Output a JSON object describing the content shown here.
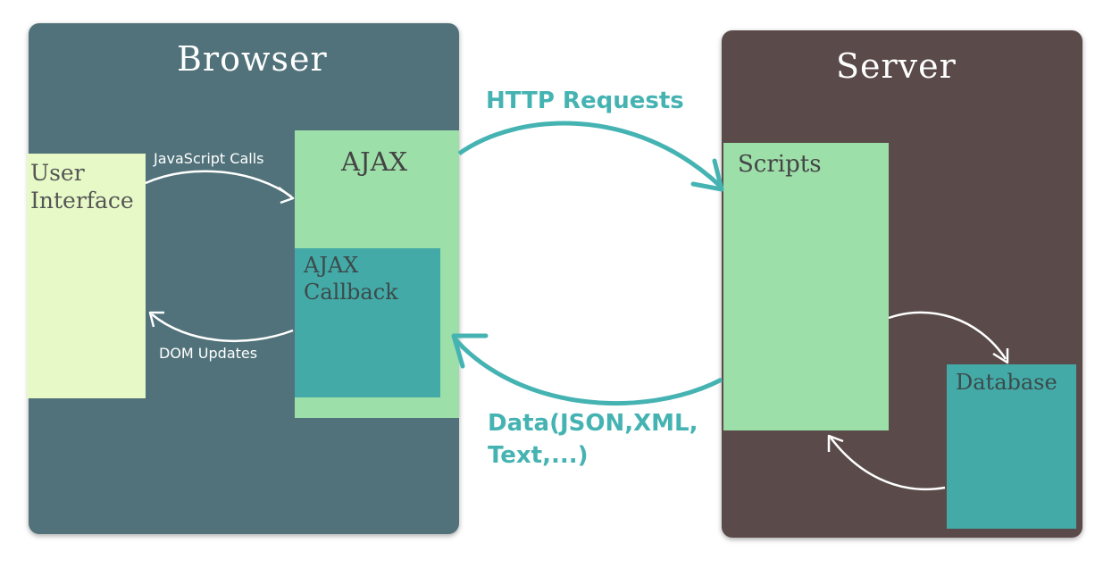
{
  "browser": {
    "title": "Browser",
    "user_interface": "User\nInterface",
    "ajax": "AJAX",
    "ajax_callback": "AJAX\nCallback",
    "javascript_calls": "JavaScript Calls",
    "dom_updates": "DOM Updates"
  },
  "server": {
    "title": "Server",
    "scripts": "Scripts",
    "database": "Database"
  },
  "connections": {
    "http_requests": "HTTP Requests",
    "data_response": "Data(JSON,XML,\nText,...)"
  },
  "colors": {
    "browser_panel": "#51727a",
    "server_panel": "#5a4b4a",
    "light_green": "#9ddfa9",
    "pale_green": "#e6f9c6",
    "teal": "#43aaa8",
    "arrow_teal": "#46b3b3"
  }
}
